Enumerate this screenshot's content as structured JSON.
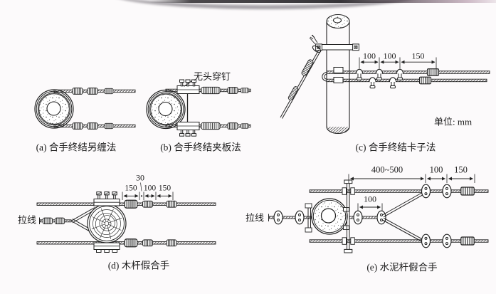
{
  "page": {
    "unit_note": "单位: mm",
    "ink": "#222222",
    "paper": "#fcfafb"
  },
  "figures": {
    "a": {
      "caption": "(a) 合手终结另缠法"
    },
    "b": {
      "caption": "(b) 合手终结夹板法",
      "pin_label": "无头穿钉"
    },
    "c": {
      "caption": "(c) 合手终结卡子法",
      "dims": [
        "100",
        "100",
        "150"
      ]
    },
    "d": {
      "caption": "(d) 木杆假合手",
      "gap_dim": "30",
      "dims": [
        "150",
        "100",
        "150"
      ],
      "guy_label": "拉线"
    },
    "e": {
      "caption": "(e) 水泥杆假合手",
      "dims": [
        "400~500",
        "100",
        "150"
      ],
      "inner_dim": "100",
      "guy_label": "拉线"
    }
  }
}
